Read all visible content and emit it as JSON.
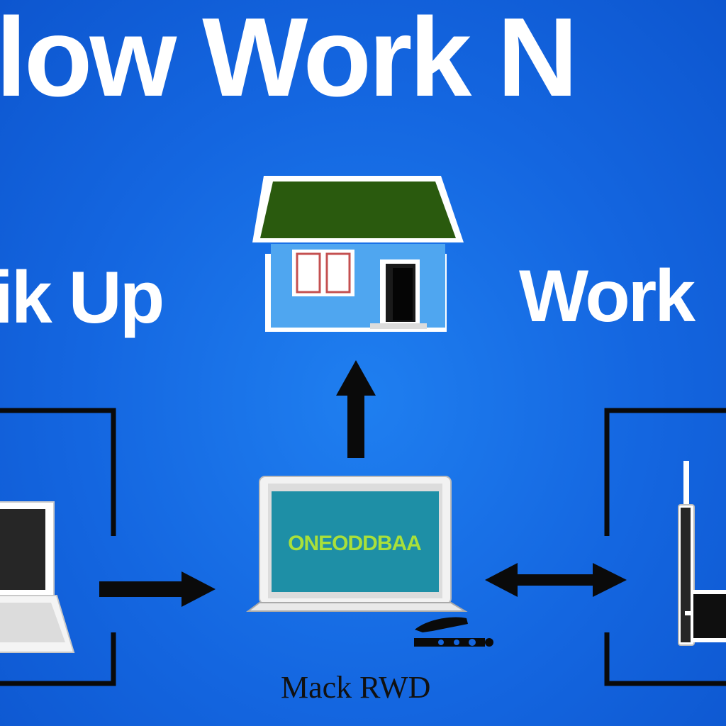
{
  "title": "low Work N",
  "left_label": "ik Up",
  "right_label": "Work",
  "center_laptop": {
    "screen_text": "ONEODDBAA"
  },
  "caption": "Mack RWD",
  "colors": {
    "background": "#1466e0",
    "roof": "#2a5a0e",
    "house_wall": "#4fa6f0",
    "screen": "#1e8fa6",
    "screen_text": "#a9e03a",
    "arrows": "#0a0a0a"
  }
}
